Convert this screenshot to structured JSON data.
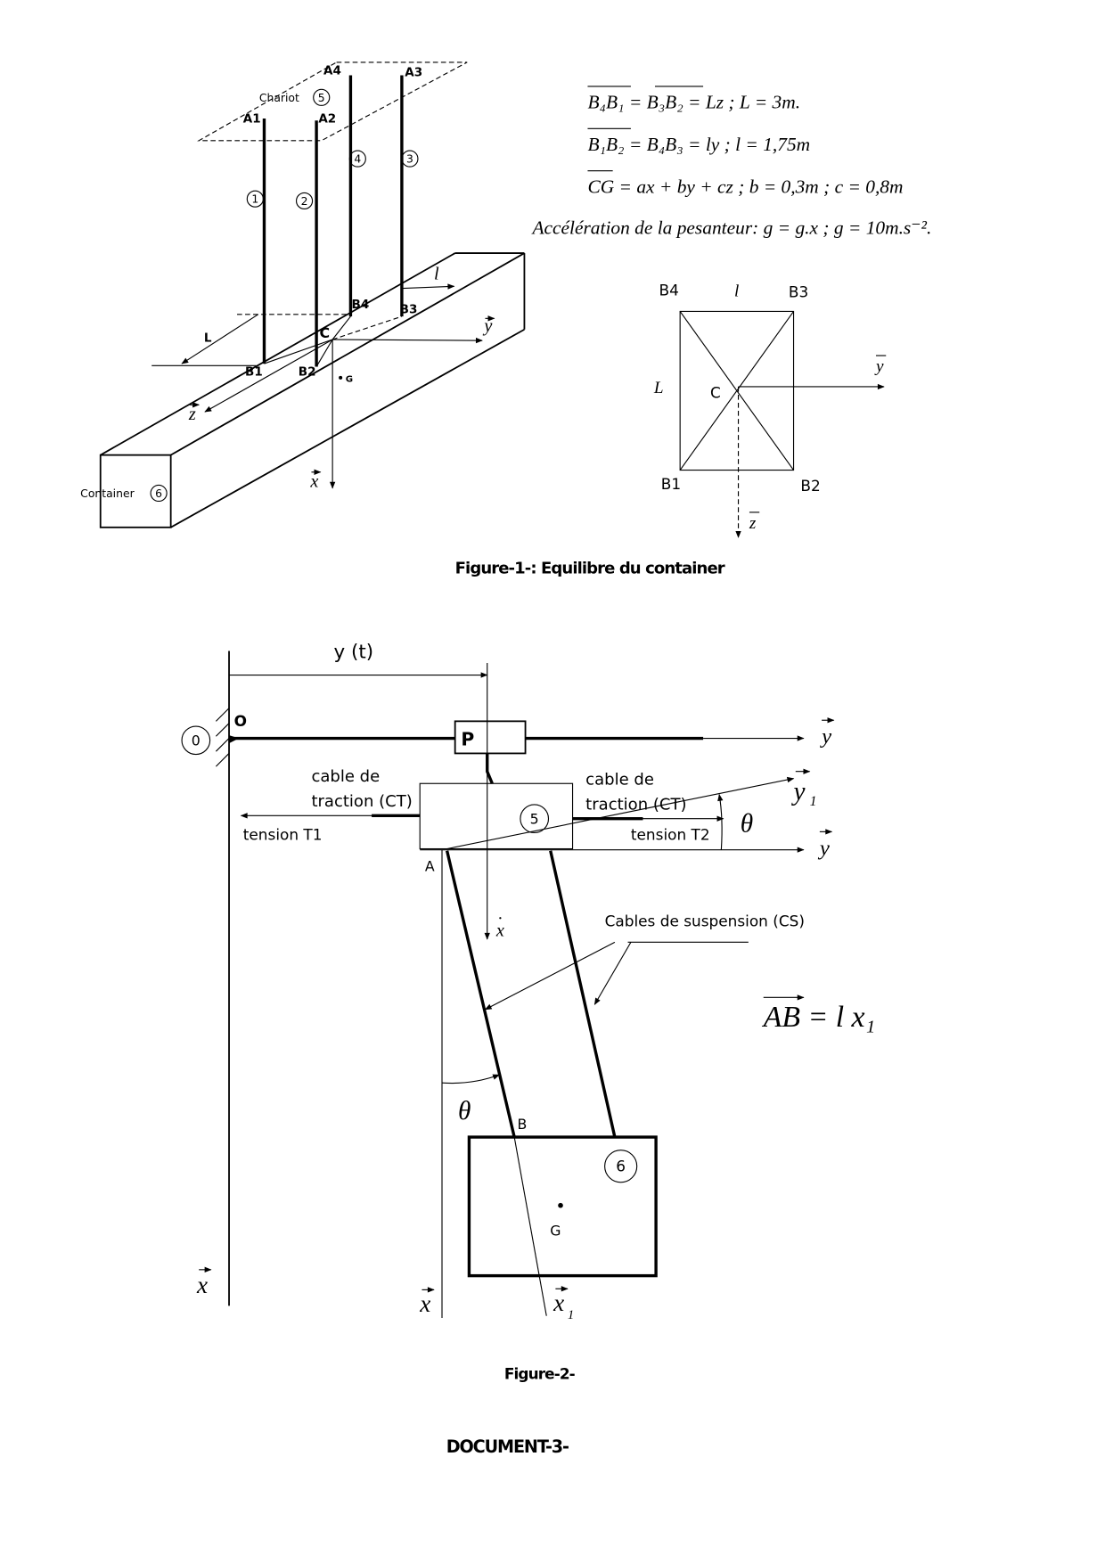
{
  "figure1": {
    "caption": "Figure-1-: Equilibre du container",
    "labels": {
      "A1": "A1",
      "A2": "A2",
      "A3": "A3",
      "A4": "A4",
      "B1": "B1",
      "B2": "B2",
      "B3": "B3",
      "B4": "B4",
      "C": "C",
      "G": "G",
      "L": "L",
      "l": "l",
      "chariot": "Chariot",
      "chariot_num": "5",
      "container": "Container",
      "container_num": "6",
      "cable1": "1",
      "cable2": "2",
      "cable3": "3",
      "cable4": "4",
      "x": "x",
      "y": "y",
      "z": "z"
    },
    "equations": [
      "B₄B₁ = B₃B₂ = Lz  ;   L = 3m.",
      "B₁B₂ = B₄B₃ = ly   ;   l = 1,75m",
      "CG = ax + by + cz   ;  b = 0,3m   ;   c = 0,8m",
      "Accélération de la pesanteur: g = g.x   ;  g = 10m.s⁻²."
    ],
    "plan_view": {
      "B1": "B1",
      "B2": "B2",
      "B3": "B3",
      "B4": "B4",
      "C": "C",
      "L": "L",
      "l": "l",
      "y": "y",
      "z": "z"
    }
  },
  "figure2": {
    "caption": "Figure-2-",
    "labels": {
      "yt": "y (t)",
      "O": "O",
      "ground_num": "0",
      "P": "P",
      "trolley_num": "5",
      "container_num": "6",
      "cable_left_1": "cable de",
      "cable_left_2": "traction (CT)",
      "tension_left": "tension T1",
      "cable_right_1": "cable de",
      "cable_right_2": "traction (CT)",
      "tension_right": "tension T2",
      "y": "y",
      "y1": "y",
      "y1_sub": "1",
      "y_bottom": "y",
      "theta_top": "θ",
      "theta_bottom": "θ",
      "A": "A",
      "B": "B",
      "G": "G",
      "x_trolley": "x",
      "x_left": "x",
      "x_mid": "x",
      "x1": "x",
      "x1_sub": "1",
      "suspension": "Cables de suspension (CS)",
      "ab_equation": "AB = l x₁"
    }
  },
  "document_label": "DOCUMENT-3-"
}
